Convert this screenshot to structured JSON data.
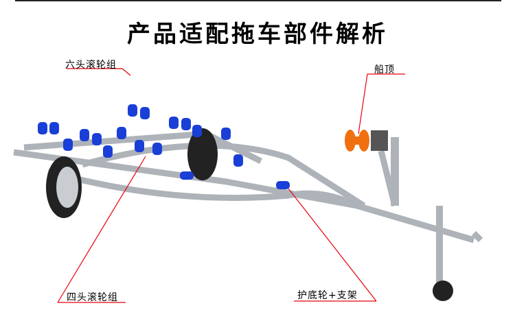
{
  "title": "产品适配拖车部件解析",
  "labels": {
    "six_roller": "六头滚轮组",
    "bow_stop": "船顶",
    "four_roller": "四头滚轮组",
    "keel_roller": "护底轮+支架"
  },
  "colors": {
    "leader": "#e8000b",
    "frame": "#b8bcc2",
    "roller": "#1a3fd6",
    "bow_stop": "#f07010"
  }
}
